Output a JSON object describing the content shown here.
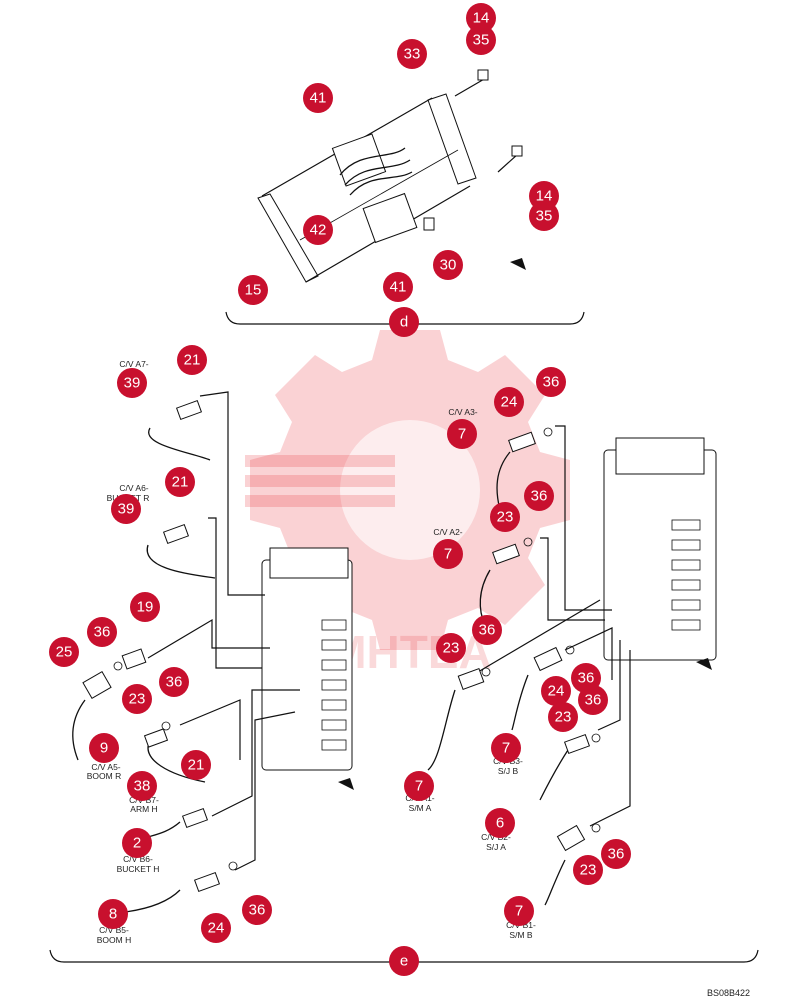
{
  "diagram": {
    "reference_code": "BS08B422",
    "watermark": "MHTEA",
    "sections": [
      {
        "id": "d",
        "label": "d"
      },
      {
        "id": "e",
        "label": "e"
      }
    ],
    "callouts_d": [
      "14",
      "35",
      "33",
      "41",
      "42",
      "15",
      "41",
      "30",
      "14",
      "35"
    ],
    "callouts_e": [
      "21",
      "39",
      "21",
      "39",
      "19",
      "36",
      "25",
      "23",
      "36",
      "9",
      "38",
      "21",
      "2",
      "8",
      "24",
      "36",
      "24",
      "36",
      "7",
      "23",
      "36",
      "7",
      "23",
      "36",
      "24",
      "36",
      "23",
      "36",
      "7",
      "7",
      "6",
      "23",
      "36",
      "7"
    ],
    "port_labels": [
      {
        "id": "p1",
        "text": "C/V A7-"
      },
      {
        "id": "p2",
        "text": "C/V A6-"
      },
      {
        "id": "p3",
        "text": "BUCKET R"
      },
      {
        "id": "p4",
        "text": "C/V A5-"
      },
      {
        "id": "p5",
        "text": "BOOM R"
      },
      {
        "id": "p6",
        "text": "C/V B7-"
      },
      {
        "id": "p7",
        "text": "ARM H"
      },
      {
        "id": "p8",
        "text": "C/V B6-"
      },
      {
        "id": "p9",
        "text": "BUCKET H"
      },
      {
        "id": "p10",
        "text": "C/V B5-"
      },
      {
        "id": "p11",
        "text": "BOOM H"
      },
      {
        "id": "p12",
        "text": "C/V A3-"
      },
      {
        "id": "p13",
        "text": "C/V A2-"
      },
      {
        "id": "p14",
        "text": "C/V A1-"
      },
      {
        "id": "p15",
        "text": "S/M A"
      },
      {
        "id": "p16",
        "text": "C/V B3-"
      },
      {
        "id": "p17",
        "text": "S/J B"
      },
      {
        "id": "p18",
        "text": "C/V B2-"
      },
      {
        "id": "p19",
        "text": "S/J A"
      },
      {
        "id": "p20",
        "text": "C/V B1-"
      },
      {
        "id": "p21",
        "text": "S/M B"
      }
    ]
  }
}
